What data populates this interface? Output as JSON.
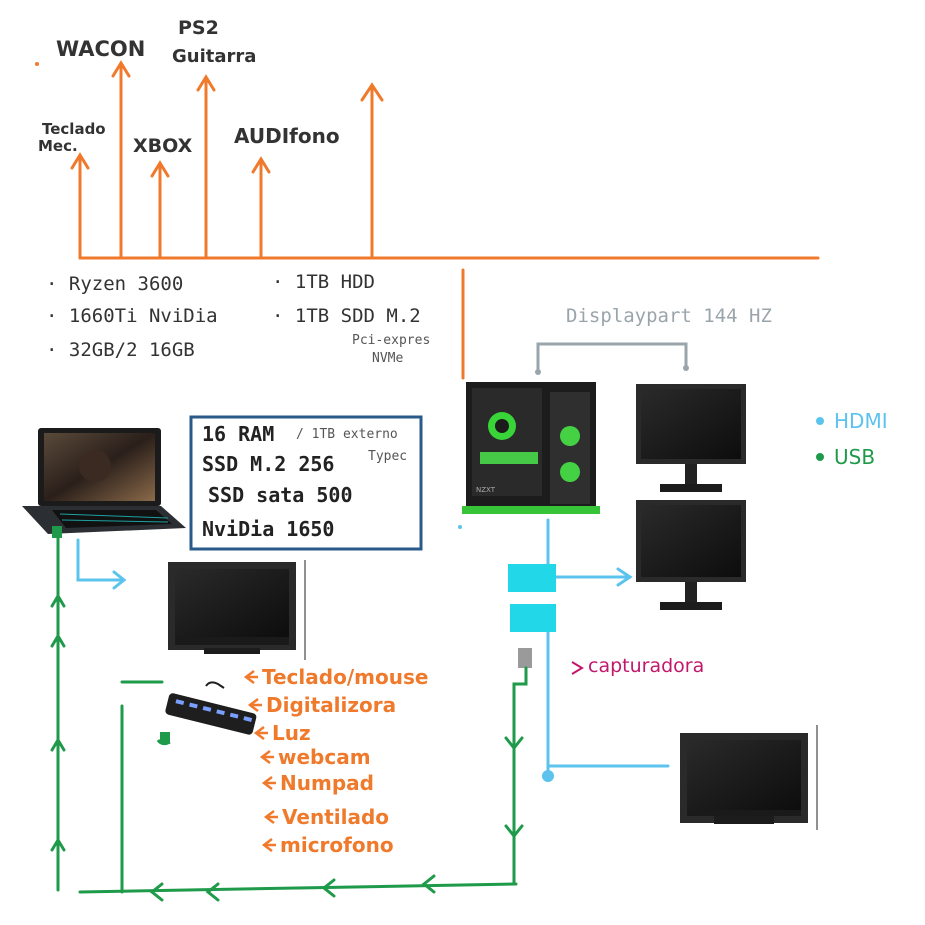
{
  "colors": {
    "usb": "#1e9a4a",
    "hdmi": "#5bc3ee",
    "peripherals": "#f07a2c",
    "display_port": "#9aa5ab",
    "capturadora": "#c2186b",
    "laptop_box": "#2a5a8a"
  },
  "top_peripherals": [
    {
      "name": "Teclado",
      "line2": "Mec."
    },
    {
      "name": "WACON",
      "line2": ""
    },
    {
      "name": "XBOX",
      "line2": ""
    },
    {
      "name": "PS2",
      "line2": "Guitarra"
    },
    {
      "name": "AUDIfono",
      "line2": ""
    }
  ],
  "pc_specs": {
    "left": [
      "· Ryzen  3600",
      "· 1660Ti  NviDia",
      "· 32GB/2 16GB"
    ],
    "right": [
      "· 1TB  HDD",
      "· 1TB  SDD M.2",
      "Pci-expres",
      "NVMe"
    ]
  },
  "display_port_label": "Displaypart  144 HZ",
  "laptop_box": {
    "lines": [
      "16 RAM",
      "SSD M.2  256",
      "SSD  sata  500",
      "NviDia  1650"
    ],
    "notes": [
      "/ 1TB externo",
      "Typec"
    ]
  },
  "legend": {
    "hdmi": "HDMI",
    "usb": "USB"
  },
  "hub_devices": [
    "Teclado/mouse",
    "Digitalizora",
    "Luz",
    "webcam",
    "Numpad",
    "Ventilado",
    "microfono"
  ],
  "capturadora_label": "capturadora",
  "icons": [
    "laptop-icon",
    "monitor-icon",
    "pc-tower-icon",
    "usb-hub-icon"
  ]
}
